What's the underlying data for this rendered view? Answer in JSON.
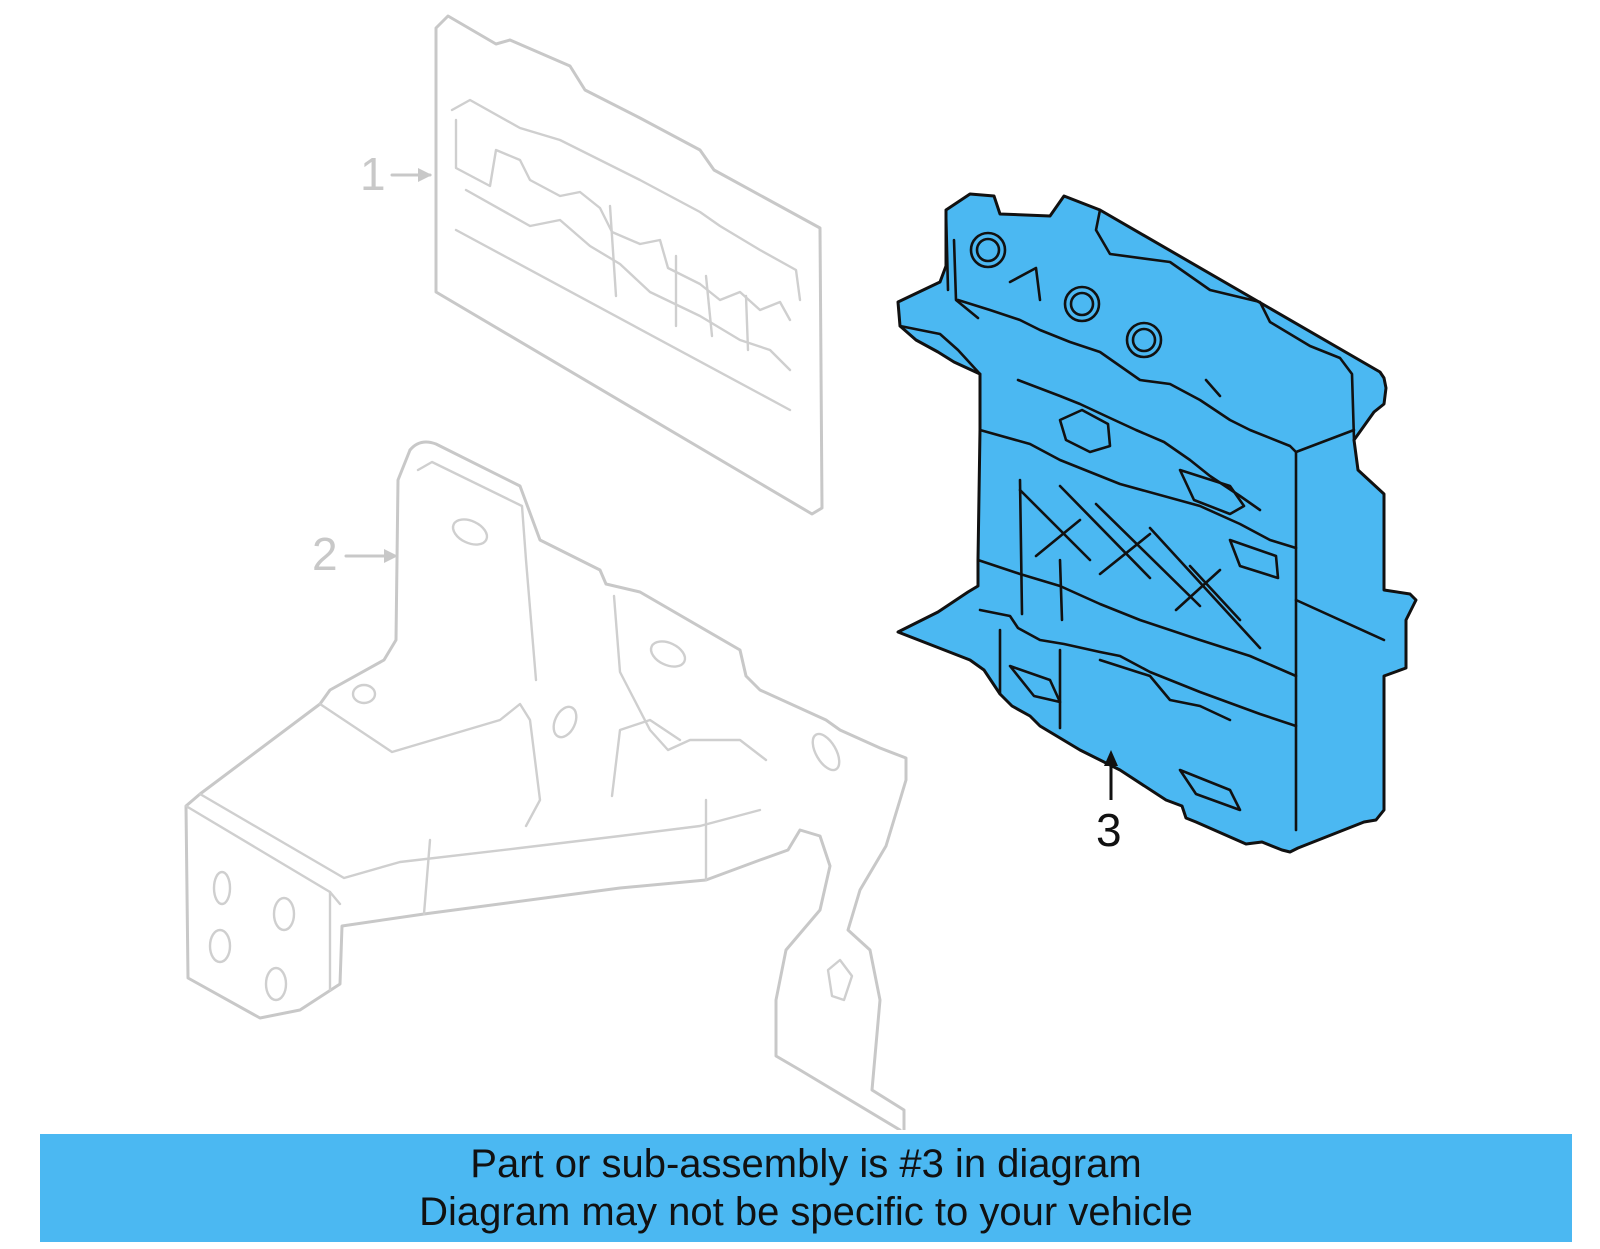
{
  "diagram": {
    "callouts": [
      {
        "number": "1",
        "highlighted": false
      },
      {
        "number": "2",
        "highlighted": false
      },
      {
        "number": "3",
        "highlighted": true
      }
    ],
    "colors": {
      "highlight": "#4bb8f2",
      "ghost_lines": "#c8c8c8",
      "outline": "#111111"
    }
  },
  "banner": {
    "line1": "Part or sub-assembly is #3 in diagram",
    "line2": "Diagram may not be specific to your vehicle",
    "background": "#4bb8f2"
  }
}
